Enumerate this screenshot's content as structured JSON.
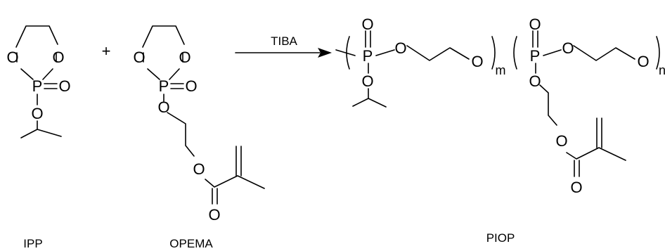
{
  "compounds": {
    "ipp": {
      "label": "IPP",
      "atoms": {
        "o_ring_left": "O",
        "o_ring_right": "O",
        "p": "P",
        "o_double": "O",
        "o_ester": "O"
      }
    },
    "plus": "+",
    "opema": {
      "label": "OPEMA",
      "atoms": {
        "o_ring_left": "O",
        "o_ring_right": "O",
        "p": "P",
        "o_double": "O",
        "o_link": "O",
        "o_ester": "O",
        "o_carbonyl": "O"
      }
    }
  },
  "reaction": {
    "catalyst": "TIBA"
  },
  "product": {
    "label": "PIOP",
    "atoms": {
      "o_top_1": "O",
      "p_1": "P",
      "o_chain_1": "O",
      "o_end_1": "O",
      "o_side_1": "O",
      "o_top_2": "O",
      "p_2": "P",
      "o_chain_2": "O",
      "o_end_2": "O",
      "o_side_2": "O",
      "o_ester": "O",
      "o_carbonyl": "O"
    },
    "subscripts": {
      "m": "m",
      "n": "n"
    }
  }
}
